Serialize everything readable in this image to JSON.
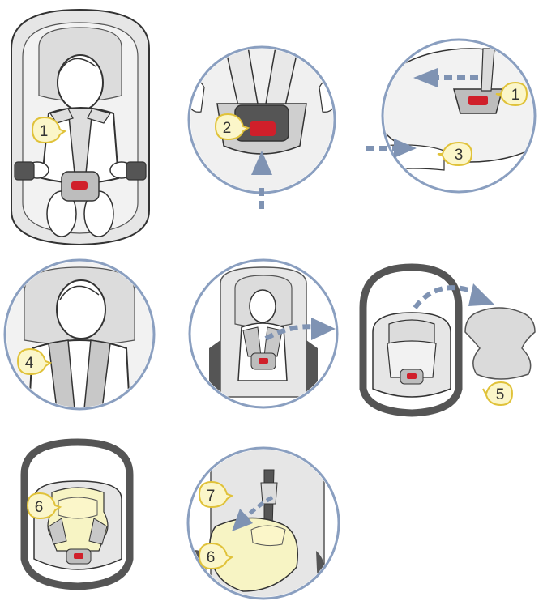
{
  "callouts": {
    "p1_seat_strap": "1",
    "p2_buckle": "2",
    "p3_strap": "1",
    "p3_hand": "3",
    "p4_pad": "4",
    "p6_insert": "5",
    "p7_insert": "6",
    "p8_belt": "7",
    "p8_insert": "6"
  },
  "colors": {
    "outline": "#333333",
    "seat_shell": "#e6e6e6",
    "seat_inner": "#f2f2f2",
    "pad_gray": "#c8c8c8",
    "arrow_blue": "#7f93b3",
    "circle_frame": "#8a9fc0",
    "buckle_red": "#d01f2a",
    "highlight_yellow": "#f7f4c4",
    "badge_yellow": "#fbf6c9",
    "badge_border": "#e0c23a"
  },
  "icons": [
    "baby-seat-icon",
    "buckle-icon",
    "arrow-icon",
    "shoulder-pad-icon",
    "seat-insert-icon",
    "hand-icon"
  ]
}
